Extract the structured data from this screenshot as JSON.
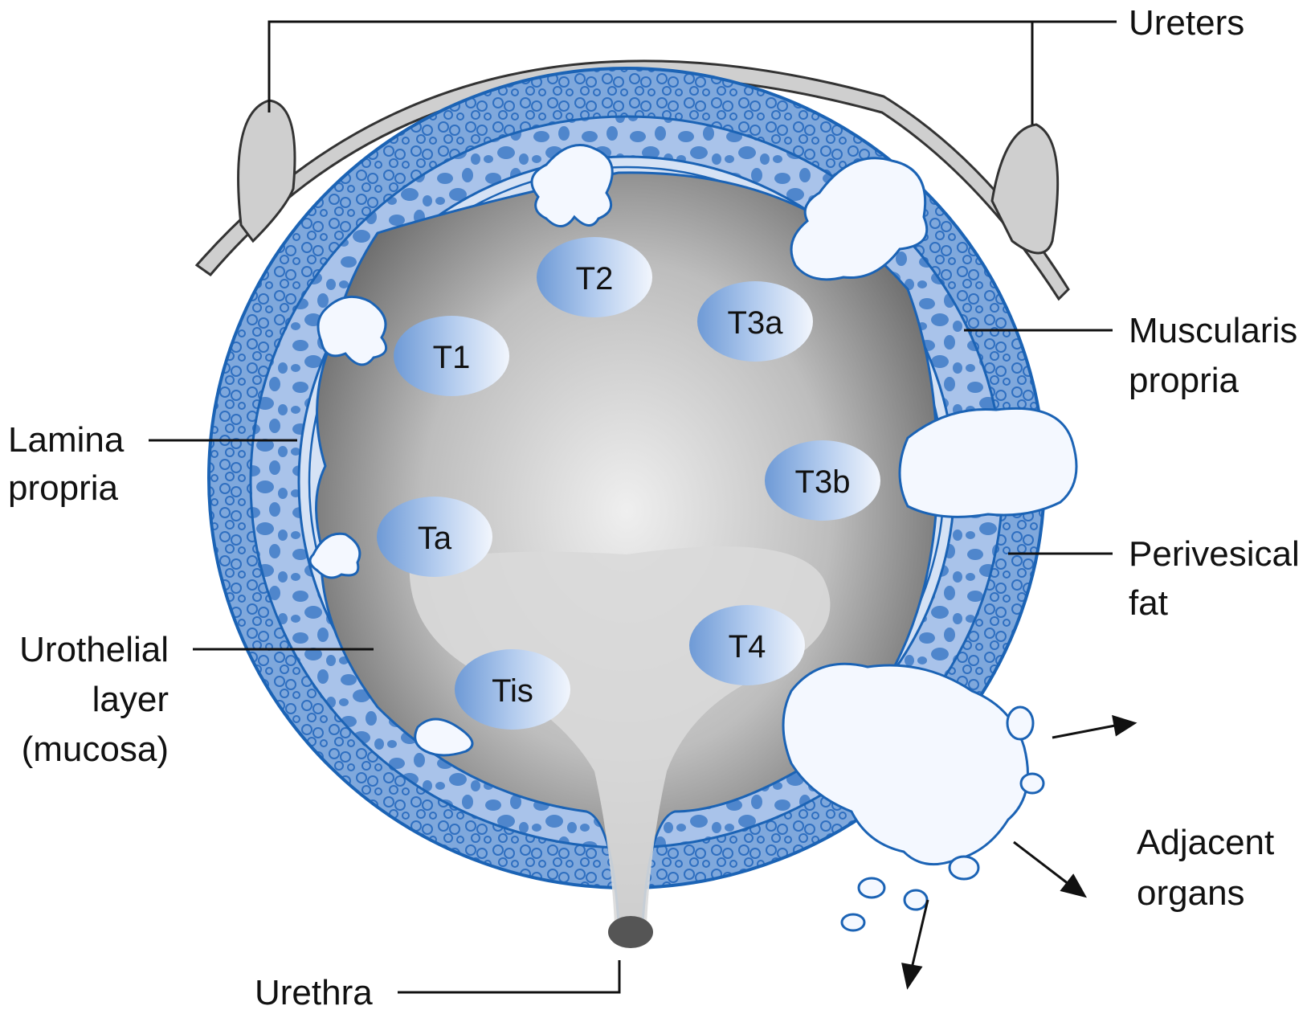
{
  "labels": {
    "ureters": "Ureters",
    "muscularis_line1": "Muscularis",
    "muscularis_line2": "propria",
    "lamina_line1": "Lamina",
    "lamina_line2": "propria",
    "perivesical_line1": "Perivesical",
    "perivesical_line2": "fat",
    "urothelial_line1": "Urothelial",
    "urothelial_line2": "layer",
    "urothelial_line3": "(mucosa)",
    "adjacent_line1": "Adjacent",
    "adjacent_line2": "organs",
    "urethra": "Urethra"
  },
  "stages": [
    "T2",
    "T3a",
    "T1",
    "T3b",
    "Ta",
    "T4",
    "Tis"
  ],
  "colors": {
    "outer_fat": "#7fa8dc",
    "muscle": "#a9c3ea",
    "lamina": "#d5e2f5",
    "outline": "#1b63b5",
    "spot": "#4f86cc",
    "lumen_center": "#ececec",
    "lumen_edge": "#5e5e5e",
    "ureter": "#cfcfcf",
    "tumor": "#f4f8ff"
  }
}
